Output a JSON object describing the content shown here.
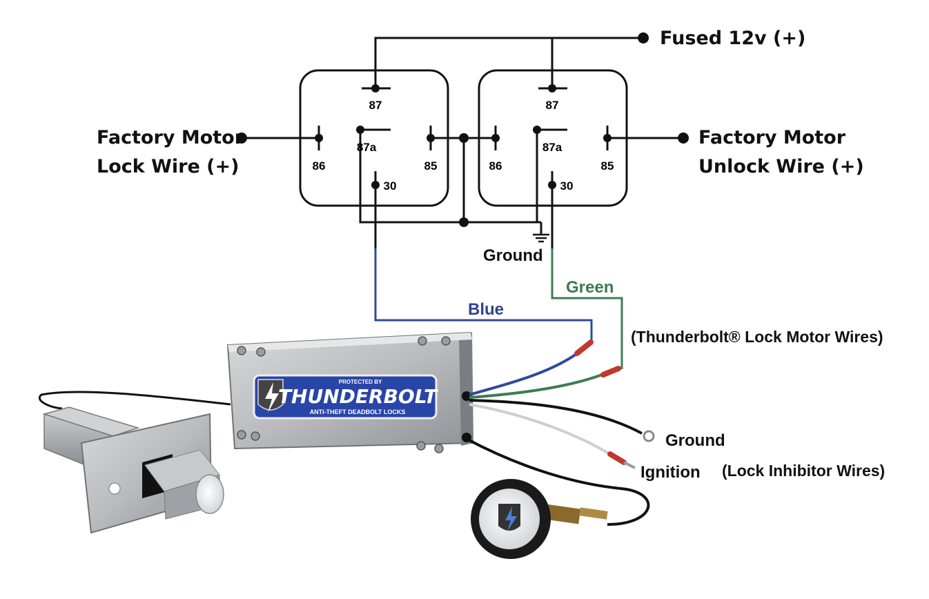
{
  "labels": {
    "fused": "Fused 12v (+)",
    "left_line1": "Factory Motor",
    "left_line2": "Lock Wire (+)",
    "right_line1": "Factory Motor",
    "right_line2": "Unlock Wire  (+)",
    "ground_top": "Ground",
    "green": "Green",
    "blue": "Blue",
    "motor_wires": "(Thunderbolt® Lock Motor Wires)",
    "ground_bottom": "Ground",
    "ignition": "Ignition",
    "inhibitor": "(Lock Inhibitor Wires)"
  },
  "relay_left": {
    "p87": "87",
    "p87a": "87a",
    "p86": "86",
    "p85": "85",
    "p30": "30"
  },
  "relay_right": {
    "p87": "87",
    "p87a": "87a",
    "p86": "86",
    "p85": "85",
    "p30": "30"
  },
  "module": {
    "protected_by": "PROTECTED BY",
    "brand": "THUNDERBOLT",
    "tagline": "ANTI-THEFT DEADBOLT LOCKS"
  },
  "colors": {
    "blue_wire": "#2e4a9a",
    "green_wire": "#3e7c55",
    "label_blue": "#2f4590",
    "label_green": "#3a7a4e",
    "badge_blue": "#2a45a8",
    "wire_black": "#111111"
  }
}
